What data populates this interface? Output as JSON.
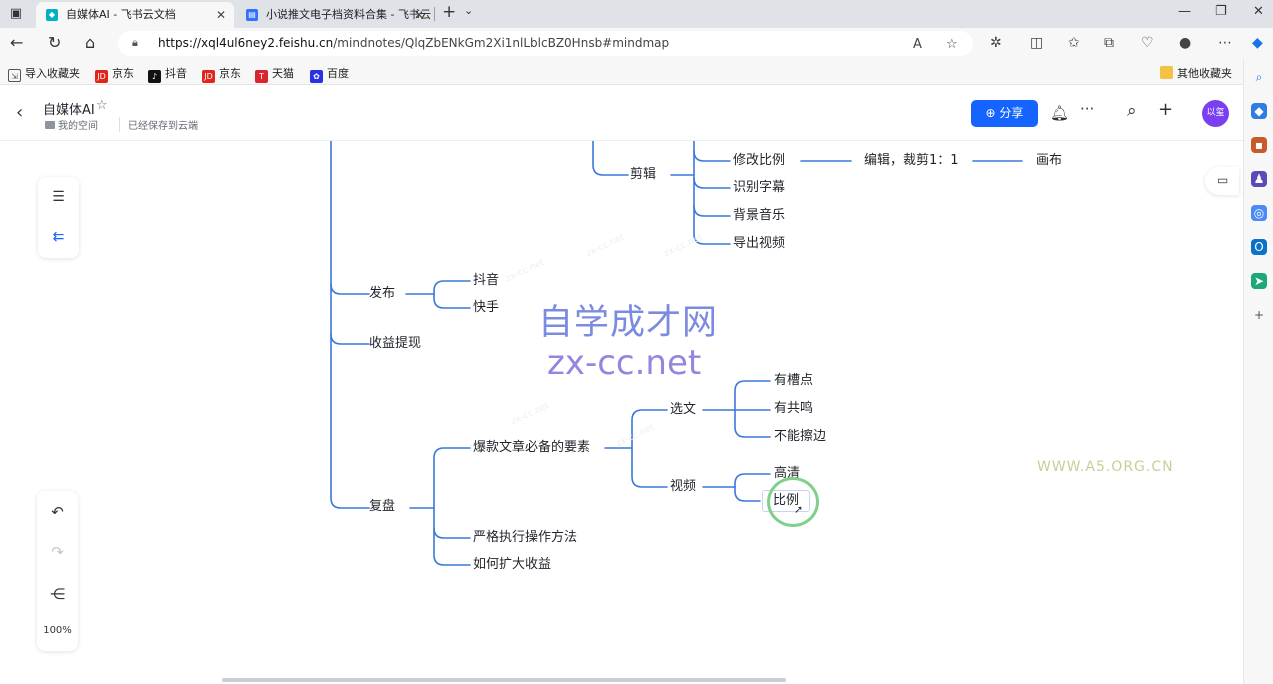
{
  "browser": {
    "tabs": [
      {
        "title": "自媒体AI - 飞书云文档",
        "active": true,
        "favicon_color": "#00b2c2"
      },
      {
        "title": "小说推文电子档资料合集 - 飞书云",
        "active": false,
        "favicon_color": "#3370ff"
      }
    ],
    "url_host": "https://xql4ul6ney2.feishu.cn",
    "url_path": "/mindnotes/QlqZbENkGm2Xi1nlLblcBZ0Hnsb#mindmap",
    "bookmarks": [
      {
        "label": "导入收藏夹",
        "icon": "import-icon"
      },
      {
        "label": "京东",
        "icon": "jd-icon",
        "glyph": "JD",
        "color": "#e1251b"
      },
      {
        "label": "抖音",
        "icon": "douyin-icon",
        "glyph": "♪",
        "color": "#111111"
      },
      {
        "label": "京东",
        "icon": "jd-icon",
        "glyph": "JD",
        "color": "#e1251b"
      },
      {
        "label": "天猫",
        "icon": "tmall-icon",
        "glyph": "T",
        "color": "#d8262f"
      },
      {
        "label": "百度",
        "icon": "baidu-icon",
        "glyph": "✿",
        "color": "#2932e1"
      }
    ],
    "other_bookmarks": "其他收藏夹"
  },
  "doc": {
    "title": "自媒体AI",
    "space": "我的空间",
    "saved_status": "已经保存到云端",
    "share_label": "分享",
    "avatar_text": "以玺",
    "accent_color": "#1664ff"
  },
  "mindmap": {
    "nodes": {
      "jianji": "剪辑",
      "xiugai": "修改比例",
      "bianji": "编辑，裁剪1：1",
      "huabu": "画布",
      "shibie": "识别字幕",
      "beijing": "背景音乐",
      "daochu": "导出视频",
      "fabu": "发布",
      "douyin": "抖音",
      "kuaishou": "快手",
      "shouyi": "收益提现",
      "fupan": "复盘",
      "baokuan": "爆款文章必备的要素",
      "xuanwen": "选文",
      "youcao": "有槽点",
      "yougong": "有共鸣",
      "buneng": "不能擦边",
      "shipin": "视频",
      "gaoqing": "高清",
      "bili": "比例",
      "yange": "严格执行操作方法",
      "kuoda": "如何扩大收益"
    },
    "branch_color": "#3b78d8"
  },
  "canvas_ui": {
    "zoom": "100%"
  },
  "watermarks": {
    "cn": "自学成才网",
    "en": "zx-cc.net",
    "a5": "WWW.A5.ORG.CN",
    "faint": "zx-cc.net"
  }
}
